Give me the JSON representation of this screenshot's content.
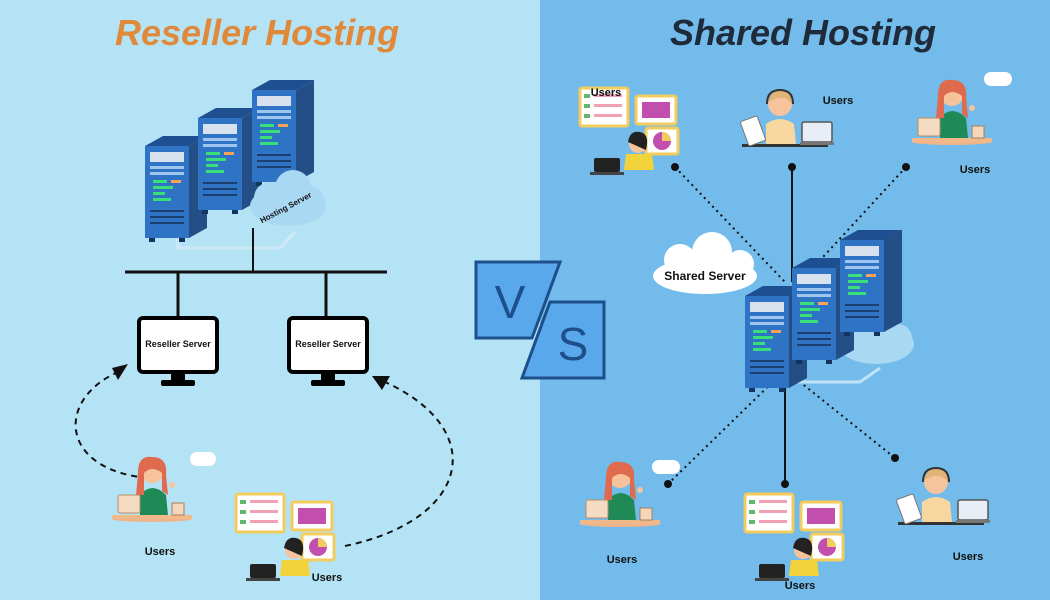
{
  "reseller": {
    "title": "Reseller Hosting",
    "hosting_server_label": "Hosting Server",
    "reseller_server_1": "Reseller Server",
    "reseller_server_2": "Reseller Server",
    "users_1": "Users",
    "users_2": "Users"
  },
  "shared": {
    "title": "Shared Hosting",
    "shared_server_label": "Shared Server",
    "users_top_left": "Users",
    "users_top_center": "Users",
    "users_top_right": "Users",
    "users_bottom_left": "Users",
    "users_bottom_center": "Users",
    "users_bottom_right": "Users"
  },
  "vs": {
    "v": "V",
    "s": "S"
  },
  "colors": {
    "left_background": "#b5e3f6",
    "right_background": "#72bbea",
    "left_title": "#e0893a",
    "right_title": "#1f2a3a",
    "server_blue": "#2f73c4",
    "vs_fill": "#5aa8ec"
  }
}
